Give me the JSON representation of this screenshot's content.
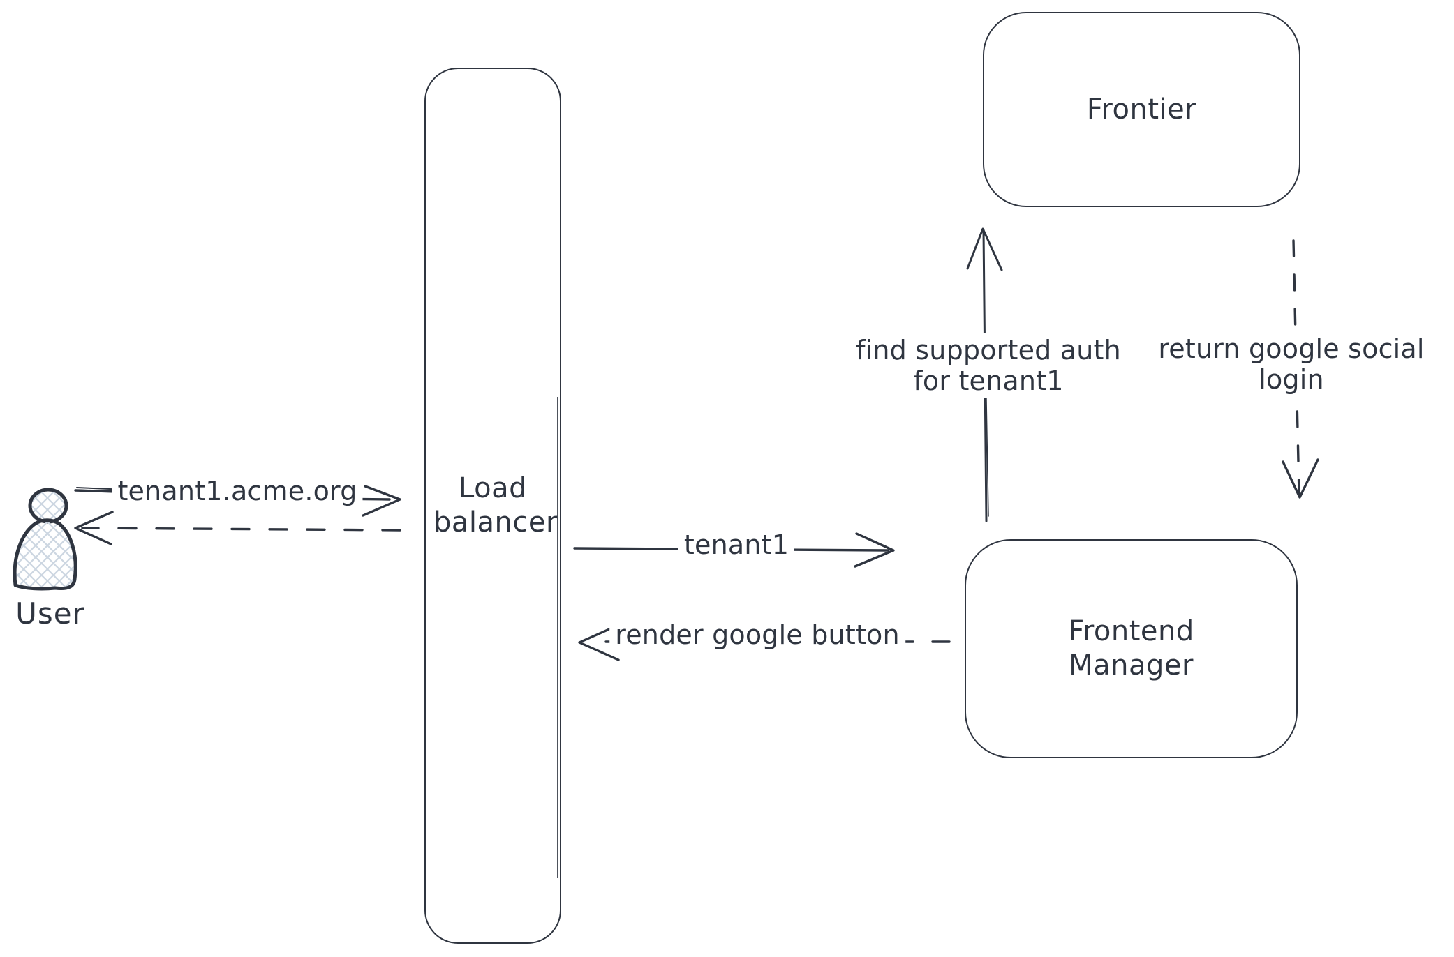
{
  "canvas": {
    "background_color": "#ffffff",
    "stroke_color": "#2f3540",
    "hatch_fill_color": "#ccd6e1"
  },
  "nodes": {
    "user": {
      "label": "User",
      "shape": "person"
    },
    "load_balancer": {
      "label": "Load balancer",
      "shape": "rounded-rectangle"
    },
    "frontier": {
      "label": "Frontier",
      "shape": "rounded-rectangle"
    },
    "frontend_manager": {
      "label": "Frontend Manager",
      "shape": "rounded-rectangle"
    }
  },
  "edges": {
    "user_to_load_balancer": {
      "label": "tenant1.acme.org",
      "style": "solid",
      "direction": "right"
    },
    "load_balancer_to_user": {
      "label": "",
      "style": "dashed",
      "direction": "left"
    },
    "load_balancer_to_frontend_manager": {
      "label": "tenant1",
      "style": "solid",
      "direction": "right"
    },
    "frontend_manager_to_load_balancer": {
      "label": "render google button",
      "style": "dashed",
      "direction": "left"
    },
    "frontend_manager_to_frontier": {
      "label": "find supported auth for tenant1",
      "style": "solid",
      "direction": "up"
    },
    "frontier_to_frontend_manager": {
      "label": "return google social login",
      "style": "dashed",
      "direction": "down"
    }
  }
}
